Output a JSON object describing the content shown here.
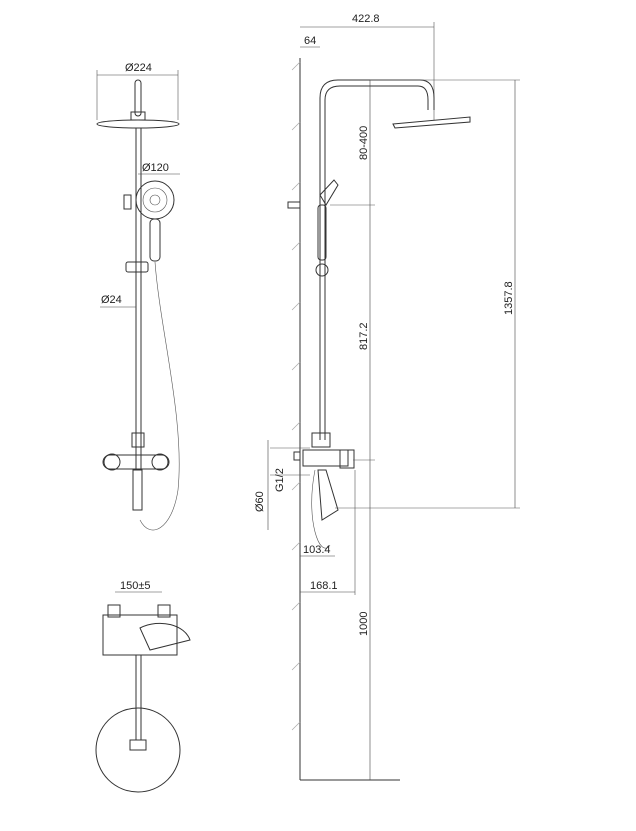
{
  "front_view": {
    "head_diameter": "Ø224",
    "hand_shower_diameter": "Ø120",
    "rail_diameter": "Ø24"
  },
  "top_view": {
    "center_distance": "150±5"
  },
  "side_view": {
    "arm_projection": "422.8",
    "wall_offset": "64",
    "adjust_range": "80-400",
    "total_height": "1357.8",
    "rail_height": "817.2",
    "thread": "G1/2",
    "cover_diameter": "Ø60",
    "spout_depth_1": "103.4",
    "spout_depth_2": "168.1",
    "mount_height": "1000"
  }
}
